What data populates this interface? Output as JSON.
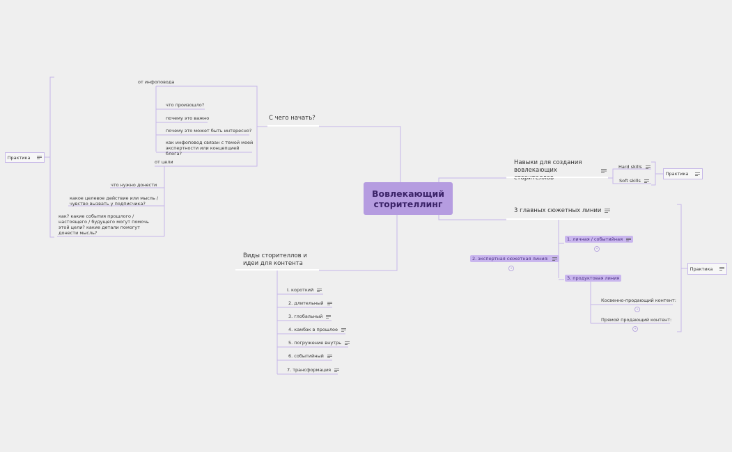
{
  "central": "Вовлекающий сторителлинг",
  "note_icon": "note-lines-icon",
  "accent_color": "#b59ce0",
  "line_color": "#c5b6e8",
  "start": {
    "title": "С чего начать?",
    "from_news": {
      "label": "от инфоповода",
      "items": [
        "что произошло?",
        "почему это важно",
        "почему это может быть интересно?",
        "как инфоповод связан с темой моей экспертности или концепцией блога?"
      ]
    },
    "from_goal": {
      "label": "от цели",
      "items": [
        "что нужно донести",
        "какое целевое действие или мысль / чувство вызвать у подписчика?",
        "как? какие события прошлого / настоящего / будущего могут помочь этой цели? какие детали помогут донести мысль?"
      ]
    },
    "practice": "Практика"
  },
  "skills": {
    "title": "Навыки для создания вовлекающих сторителлов",
    "items": [
      "Hard skills",
      "Soft skills"
    ],
    "practice": "Практика"
  },
  "plots": {
    "title": "3 главных сюжетных линии",
    "items": [
      "1. личная / событийная",
      "2. экспертная сюжетная линия:",
      "3. продуктовая линия"
    ],
    "product_sub": [
      "Косвенно-продающий контент:",
      "Прямой продающий контент:"
    ],
    "badge": "+",
    "practice": "Практика"
  },
  "types": {
    "title": "Виды сторителлов и идеи для контента",
    "items": [
      "I. короткий",
      "2. длительный",
      "3. глобальный",
      "4. камбэк в прошлое",
      "5. погружение внутрь",
      "6. событийный",
      "7. трансформация"
    ]
  }
}
